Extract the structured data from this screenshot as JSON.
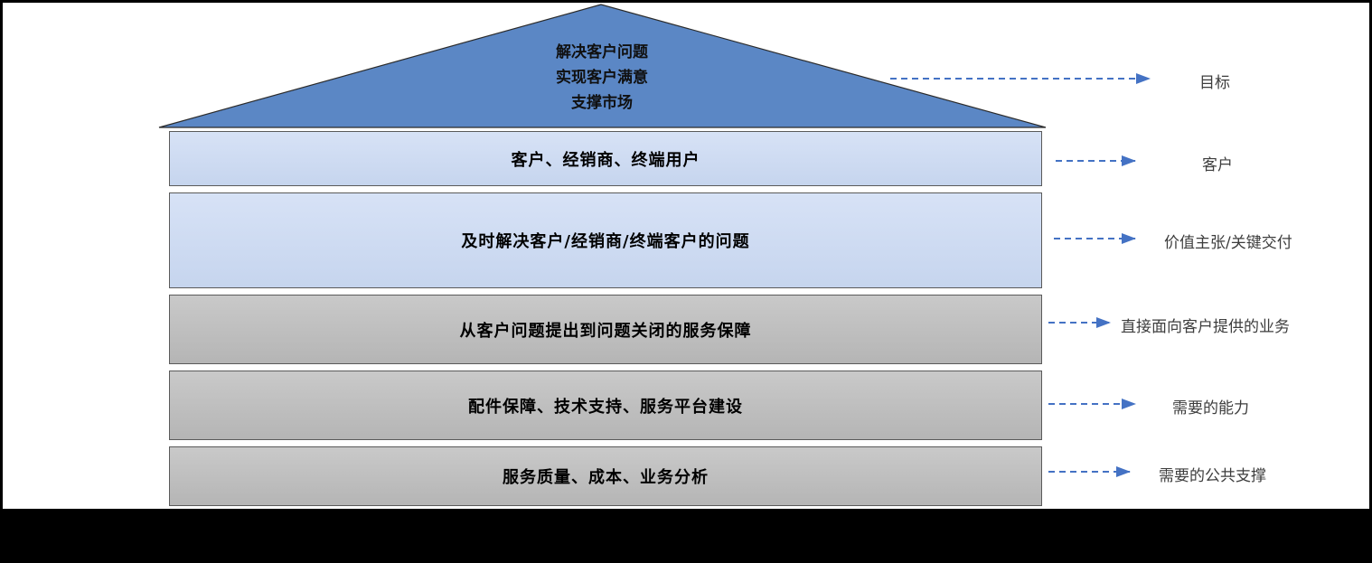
{
  "roof": {
    "lines": [
      "解决客户问题",
      "实现客户满意",
      "支撑市场"
    ],
    "label": "目标"
  },
  "rows": [
    {
      "text": "客户、经销商、终端用户",
      "label": "客户",
      "style": "blue"
    },
    {
      "text": "及时解决客户/经销商/终端客户的问题",
      "label": "价值主张/关键交付",
      "style": "blue"
    },
    {
      "text": "从客户问题提出到问题关闭的服务保障",
      "label": "直接面向客户提供的业务",
      "style": "gray"
    },
    {
      "text": "配件保障、技术支持、服务平台建设",
      "label": "需要的能力",
      "style": "gray"
    },
    {
      "text": "服务质量、成本、业务分析",
      "label": "需要的公共支撑",
      "style": "gray"
    }
  ],
  "colors": {
    "roof_fill": "#5b87c5",
    "blue_bar": "#cdd9f0",
    "gray_bar": "#bfbfbf",
    "arrow": "#4472c4",
    "label_text": "#3d3d3d",
    "bar_text": "#000000",
    "slide_background": "#ffffff",
    "frame_background": "#000000"
  }
}
